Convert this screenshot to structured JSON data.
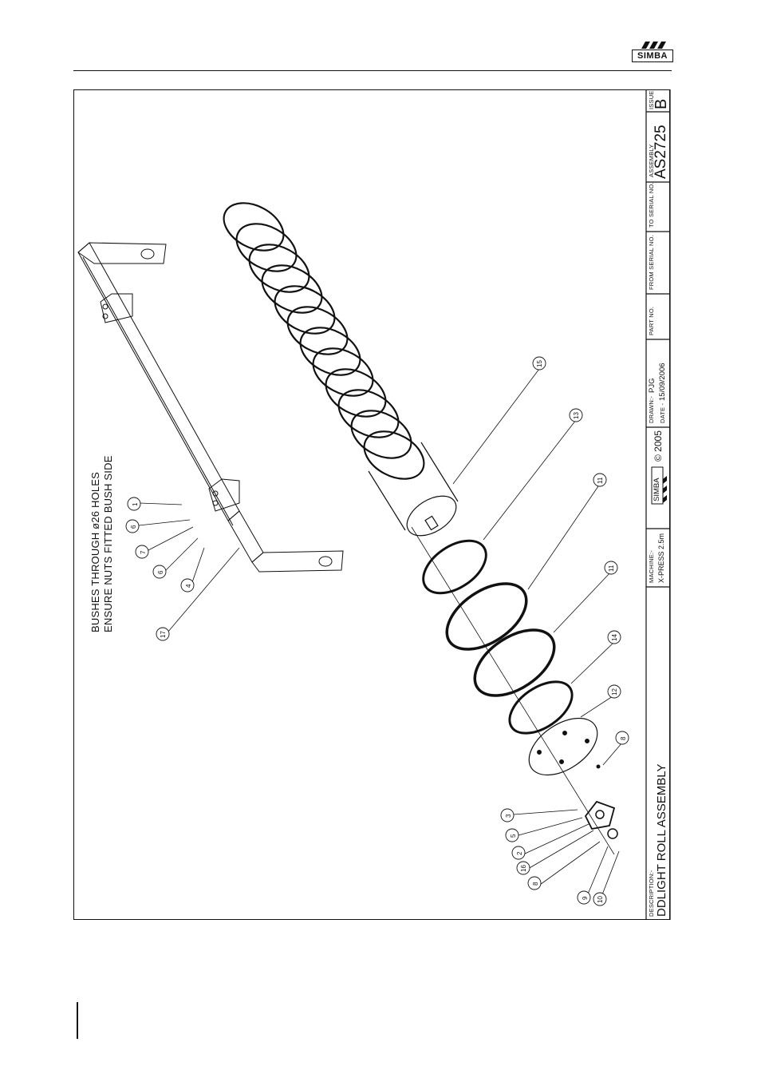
{
  "header": {
    "brand": "SIMBA"
  },
  "notes": {
    "line1": "BUSHES THROUGH ø26 HOLES",
    "line2": "ENSURE NUTS FITTED BUSH SIDE"
  },
  "balloons": [
    {
      "id": "b1",
      "label": "1"
    },
    {
      "id": "b6a",
      "label": "6"
    },
    {
      "id": "b7",
      "label": "7"
    },
    {
      "id": "b6b",
      "label": "6"
    },
    {
      "id": "b4",
      "label": "4"
    },
    {
      "id": "b17",
      "label": "17"
    },
    {
      "id": "b15",
      "label": "15"
    },
    {
      "id": "b13",
      "label": "13"
    },
    {
      "id": "b11a",
      "label": "11"
    },
    {
      "id": "b11b",
      "label": "11"
    },
    {
      "id": "b14",
      "label": "14"
    },
    {
      "id": "b12",
      "label": "12"
    },
    {
      "id": "b8a",
      "label": "8"
    },
    {
      "id": "b3",
      "label": "3"
    },
    {
      "id": "b5",
      "label": "5"
    },
    {
      "id": "b2",
      "label": "2"
    },
    {
      "id": "b16",
      "label": "16"
    },
    {
      "id": "b8b",
      "label": "8"
    },
    {
      "id": "b9",
      "label": "9"
    },
    {
      "id": "b10",
      "label": "10"
    }
  ],
  "title_block": {
    "description_label": "DESCRIPTION:-",
    "description_value": "DDLIGHT ROLL ASSEMBLY",
    "machine_label": "MACHINE:-",
    "machine_value": "X-PRESS 2.5m",
    "logo_text": "SIMBA",
    "copyright": "© 2005",
    "drawn_label": "DRAWN:-",
    "drawn_value": "PJG",
    "date_label": "DATE -",
    "date_value": "15/09/2006",
    "part_no_label": "PART NO.",
    "from_serial_label": "FROM SERIAL NO.",
    "to_serial_label": "TO SERIAL NO.",
    "assembly_label": "ASSEMBLY",
    "assembly_value": "AS2725",
    "issue_label": "ISSUE",
    "issue_value": "B"
  }
}
